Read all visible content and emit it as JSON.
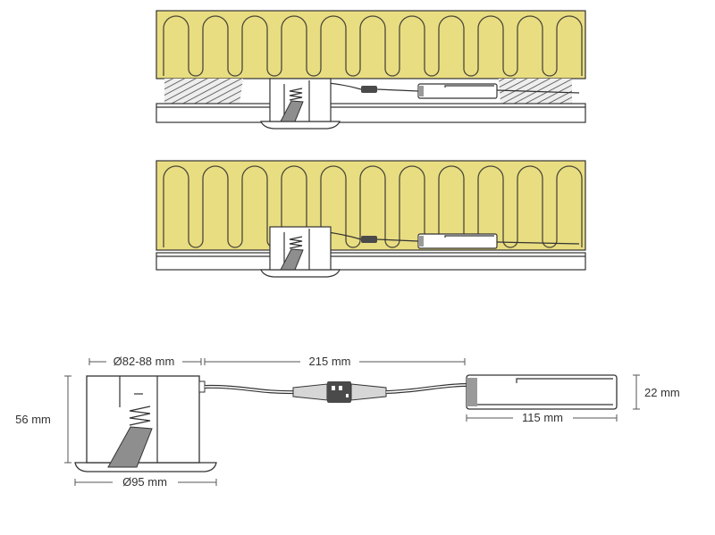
{
  "colors": {
    "insulation": "#e9dd82",
    "outline": "#333333",
    "clip": "#8e8e8e",
    "sleeve": "#d6d6d6",
    "connector": "#4a4a4a",
    "endcap": "#9a9a9a",
    "hatch_bg": "#eeeeee"
  },
  "dimensions": {
    "cutout_diameter": "Ø82-88 mm",
    "cable_length": "215 mm",
    "driver_height": "22 mm",
    "housing_height": "56 mm",
    "driver_length": "115 mm",
    "trim_diameter": "Ø95 mm"
  }
}
